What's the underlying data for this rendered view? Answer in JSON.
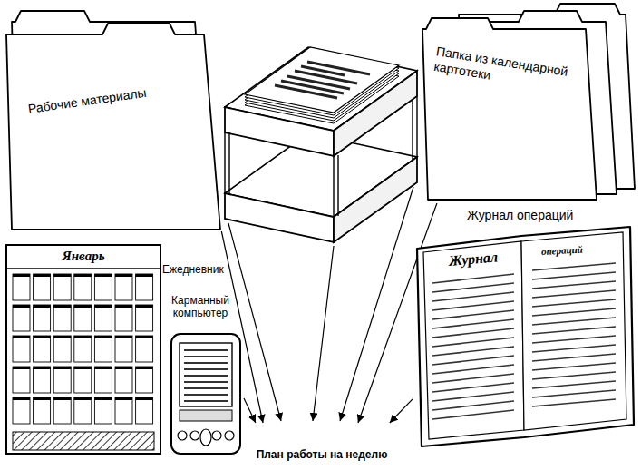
{
  "diagram": {
    "nodes": [
      {
        "text": [
          "Рабочие материалы"
        ]
      },
      {
        "text": [
          "Папка из календарной картотеки"
        ]
      },
      {
        "text": [
          "Январь",
          "Ежедневник"
        ]
      },
      {
        "text": [
          "Карманный компьютер"
        ]
      },
      {
        "text": [
          "Журнал операций",
          "Журнал",
          "операций"
        ]
      },
      {
        "text": [
          "План работы на неделю"
        ]
      }
    ],
    "edges": [
      {
        "from": 0,
        "to": 5,
        "arrow": "to"
      },
      {
        "from": 1,
        "to": 5,
        "arrow": "to"
      },
      {
        "from": 3,
        "to": 5,
        "arrow": "to"
      },
      {
        "from": 4,
        "to": 5,
        "arrow": "to"
      }
    ]
  }
}
